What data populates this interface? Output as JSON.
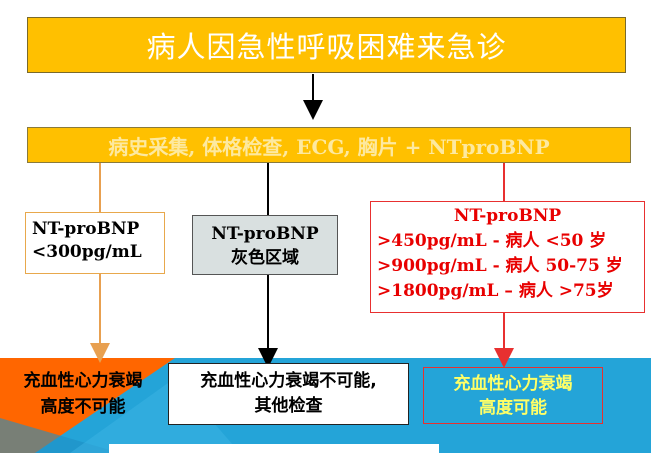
{
  "title": "病人因急性呼吸困难来急诊",
  "history": "病史采集, 体格检查, ECG, 胸片 + NTproBNP",
  "low": {
    "line1": "NT-proBNP",
    "line2": "<300pg/mL"
  },
  "gray": {
    "line1": "NT-proBNP",
    "line2": "灰色区域"
  },
  "high": {
    "title": "NT-proBNP",
    "rows": [
      ">450pg/mL  - 病人 <50 岁",
      ">900pg/mL  - 病人 50-75 岁",
      ">1800pg/mL – 病人 >75岁"
    ]
  },
  "outcomes": {
    "unlikely": {
      "line1": "充血性心力衰竭",
      "line2": "高度不可能"
    },
    "other": {
      "line1": "充血性心力衰竭不可能,",
      "line2": "其他检查"
    },
    "likely": {
      "line1": "充血性心力衰竭",
      "line2": "高度可能"
    }
  },
  "colors": {
    "box_fill": "#ffc000",
    "band": "#24a4d8",
    "wedge": "#ff6600",
    "high_text": "#e80000",
    "likely_text": "#ffff66",
    "line_low": "#e8a050",
    "line_mid": "#000000",
    "line_high": "#e83030"
  }
}
